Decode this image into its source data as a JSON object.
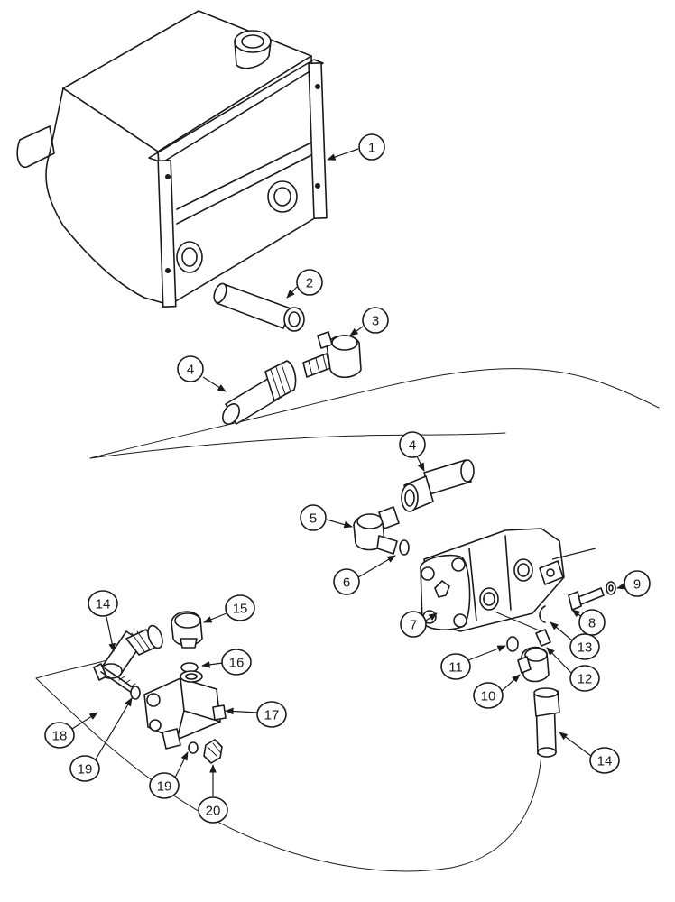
{
  "diagram": {
    "type": "exploded parts diagram",
    "callouts": [
      "1",
      "2",
      "3",
      "4",
      "4",
      "5",
      "6",
      "7",
      "8",
      "9",
      "10",
      "11",
      "12",
      "13",
      "14",
      "14",
      "15",
      "16",
      "17",
      "18",
      "19",
      "19",
      "20"
    ]
  },
  "colors": {
    "ink": "#1a1a1a",
    "paper": "#ffffff"
  }
}
